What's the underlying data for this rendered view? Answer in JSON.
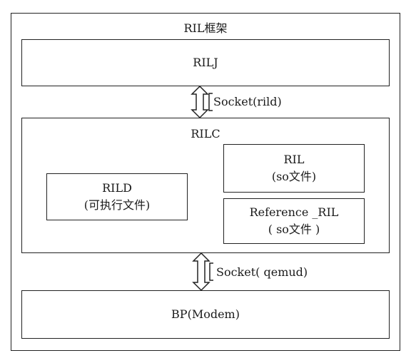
{
  "frame": {
    "title": "RIL框架"
  },
  "rilj": {
    "label": "RILJ"
  },
  "link_top": {
    "label": "Socket(rild)"
  },
  "rilc": {
    "label": "RILC"
  },
  "rild": {
    "line1": "RILD",
    "line2": "(可执行文件)"
  },
  "ril": {
    "line1": "RIL",
    "line2": "(so文件)"
  },
  "reference_ril": {
    "line1": "Reference _RIL",
    "line2": "( so文件 )"
  },
  "link_bottom": {
    "label": "Socket( qemud)"
  },
  "bp": {
    "label": "BP(Modem)"
  }
}
